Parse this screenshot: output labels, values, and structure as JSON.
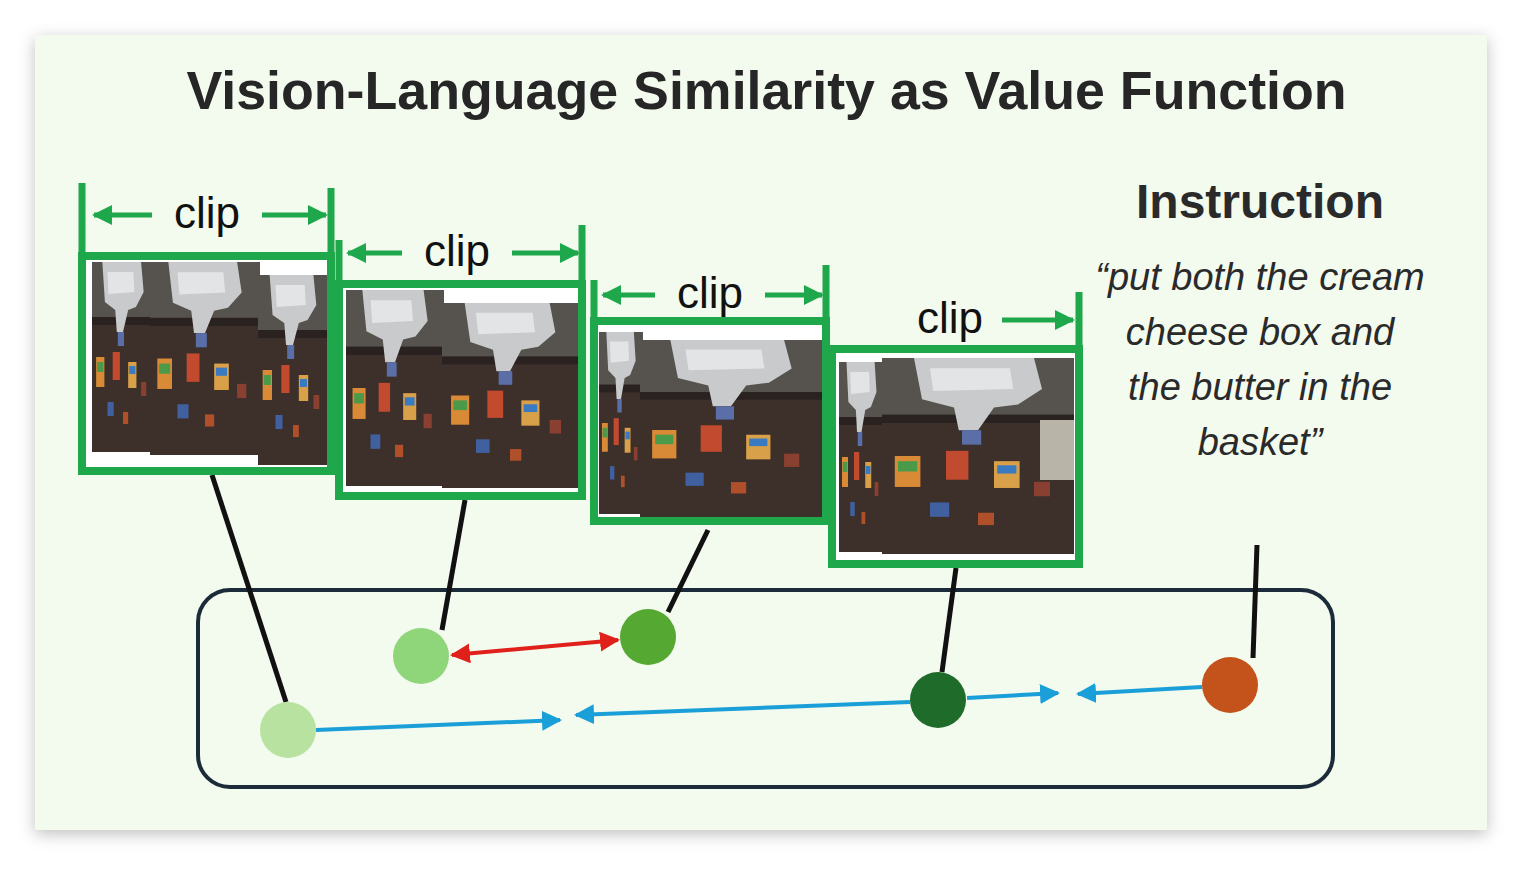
{
  "diagram": {
    "title": "Vision-Language Similarity as Value Function",
    "nodes": [
      {
        "text": [
          "clip"
        ]
      },
      {
        "text": [
          "clip"
        ]
      },
      {
        "text": [
          "clip"
        ]
      },
      {
        "text": [
          "clip"
        ]
      },
      {
        "text": [
          "Instruction",
          "“put both the cream cheese box and the butter in the basket”"
        ]
      }
    ]
  }
}
